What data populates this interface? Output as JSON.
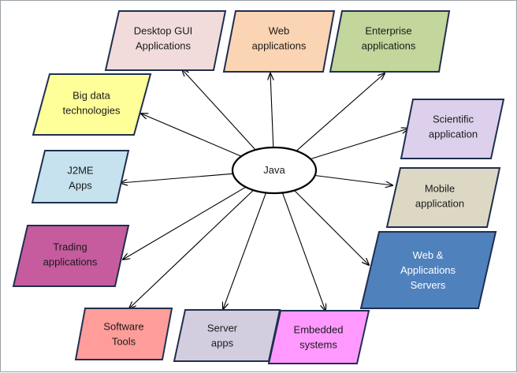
{
  "center": {
    "label": "Java"
  },
  "nodes": [
    {
      "id": "desktop-gui",
      "lines": [
        "Desktop GUI",
        "Applications"
      ],
      "fill": "#f2dcdb"
    },
    {
      "id": "web-applications",
      "lines": [
        "Web",
        "applications"
      ],
      "fill": "#fbd4b4"
    },
    {
      "id": "enterprise-applications",
      "lines": [
        "Enterprise",
        "applications"
      ],
      "fill": "#c3d69b"
    },
    {
      "id": "big-data",
      "lines": [
        "Big data",
        "technologies"
      ],
      "fill": "#ffff99"
    },
    {
      "id": "scientific-application",
      "lines": [
        "Scientific",
        "application"
      ],
      "fill": "#ddd0ec"
    },
    {
      "id": "j2me-apps",
      "lines": [
        "J2ME",
        "Apps"
      ],
      "fill": "#c6e2ee"
    },
    {
      "id": "mobile-application",
      "lines": [
        "Mobile",
        "application"
      ],
      "fill": "#ddd8c4"
    },
    {
      "id": "trading-applications",
      "lines": [
        "Trading",
        "applications"
      ],
      "fill": "#c65b9e"
    },
    {
      "id": "web-app-servers",
      "lines": [
        "Web &",
        "Applications",
        "Servers"
      ],
      "fill": "#4f81bd",
      "text_fill": "#ffffff"
    },
    {
      "id": "software-tools",
      "lines": [
        "Software",
        "Tools"
      ],
      "fill": "#ff9d9a"
    },
    {
      "id": "server-apps",
      "lines": [
        "Server",
        "apps"
      ],
      "fill": "#d3cde0"
    },
    {
      "id": "embedded-systems",
      "lines": [
        "Embedded",
        "systems"
      ],
      "fill": "#ff99ff"
    }
  ],
  "colors": {
    "stroke": "#1f2f4f",
    "arrow": "#000000",
    "center_fill": "#ffffff"
  }
}
